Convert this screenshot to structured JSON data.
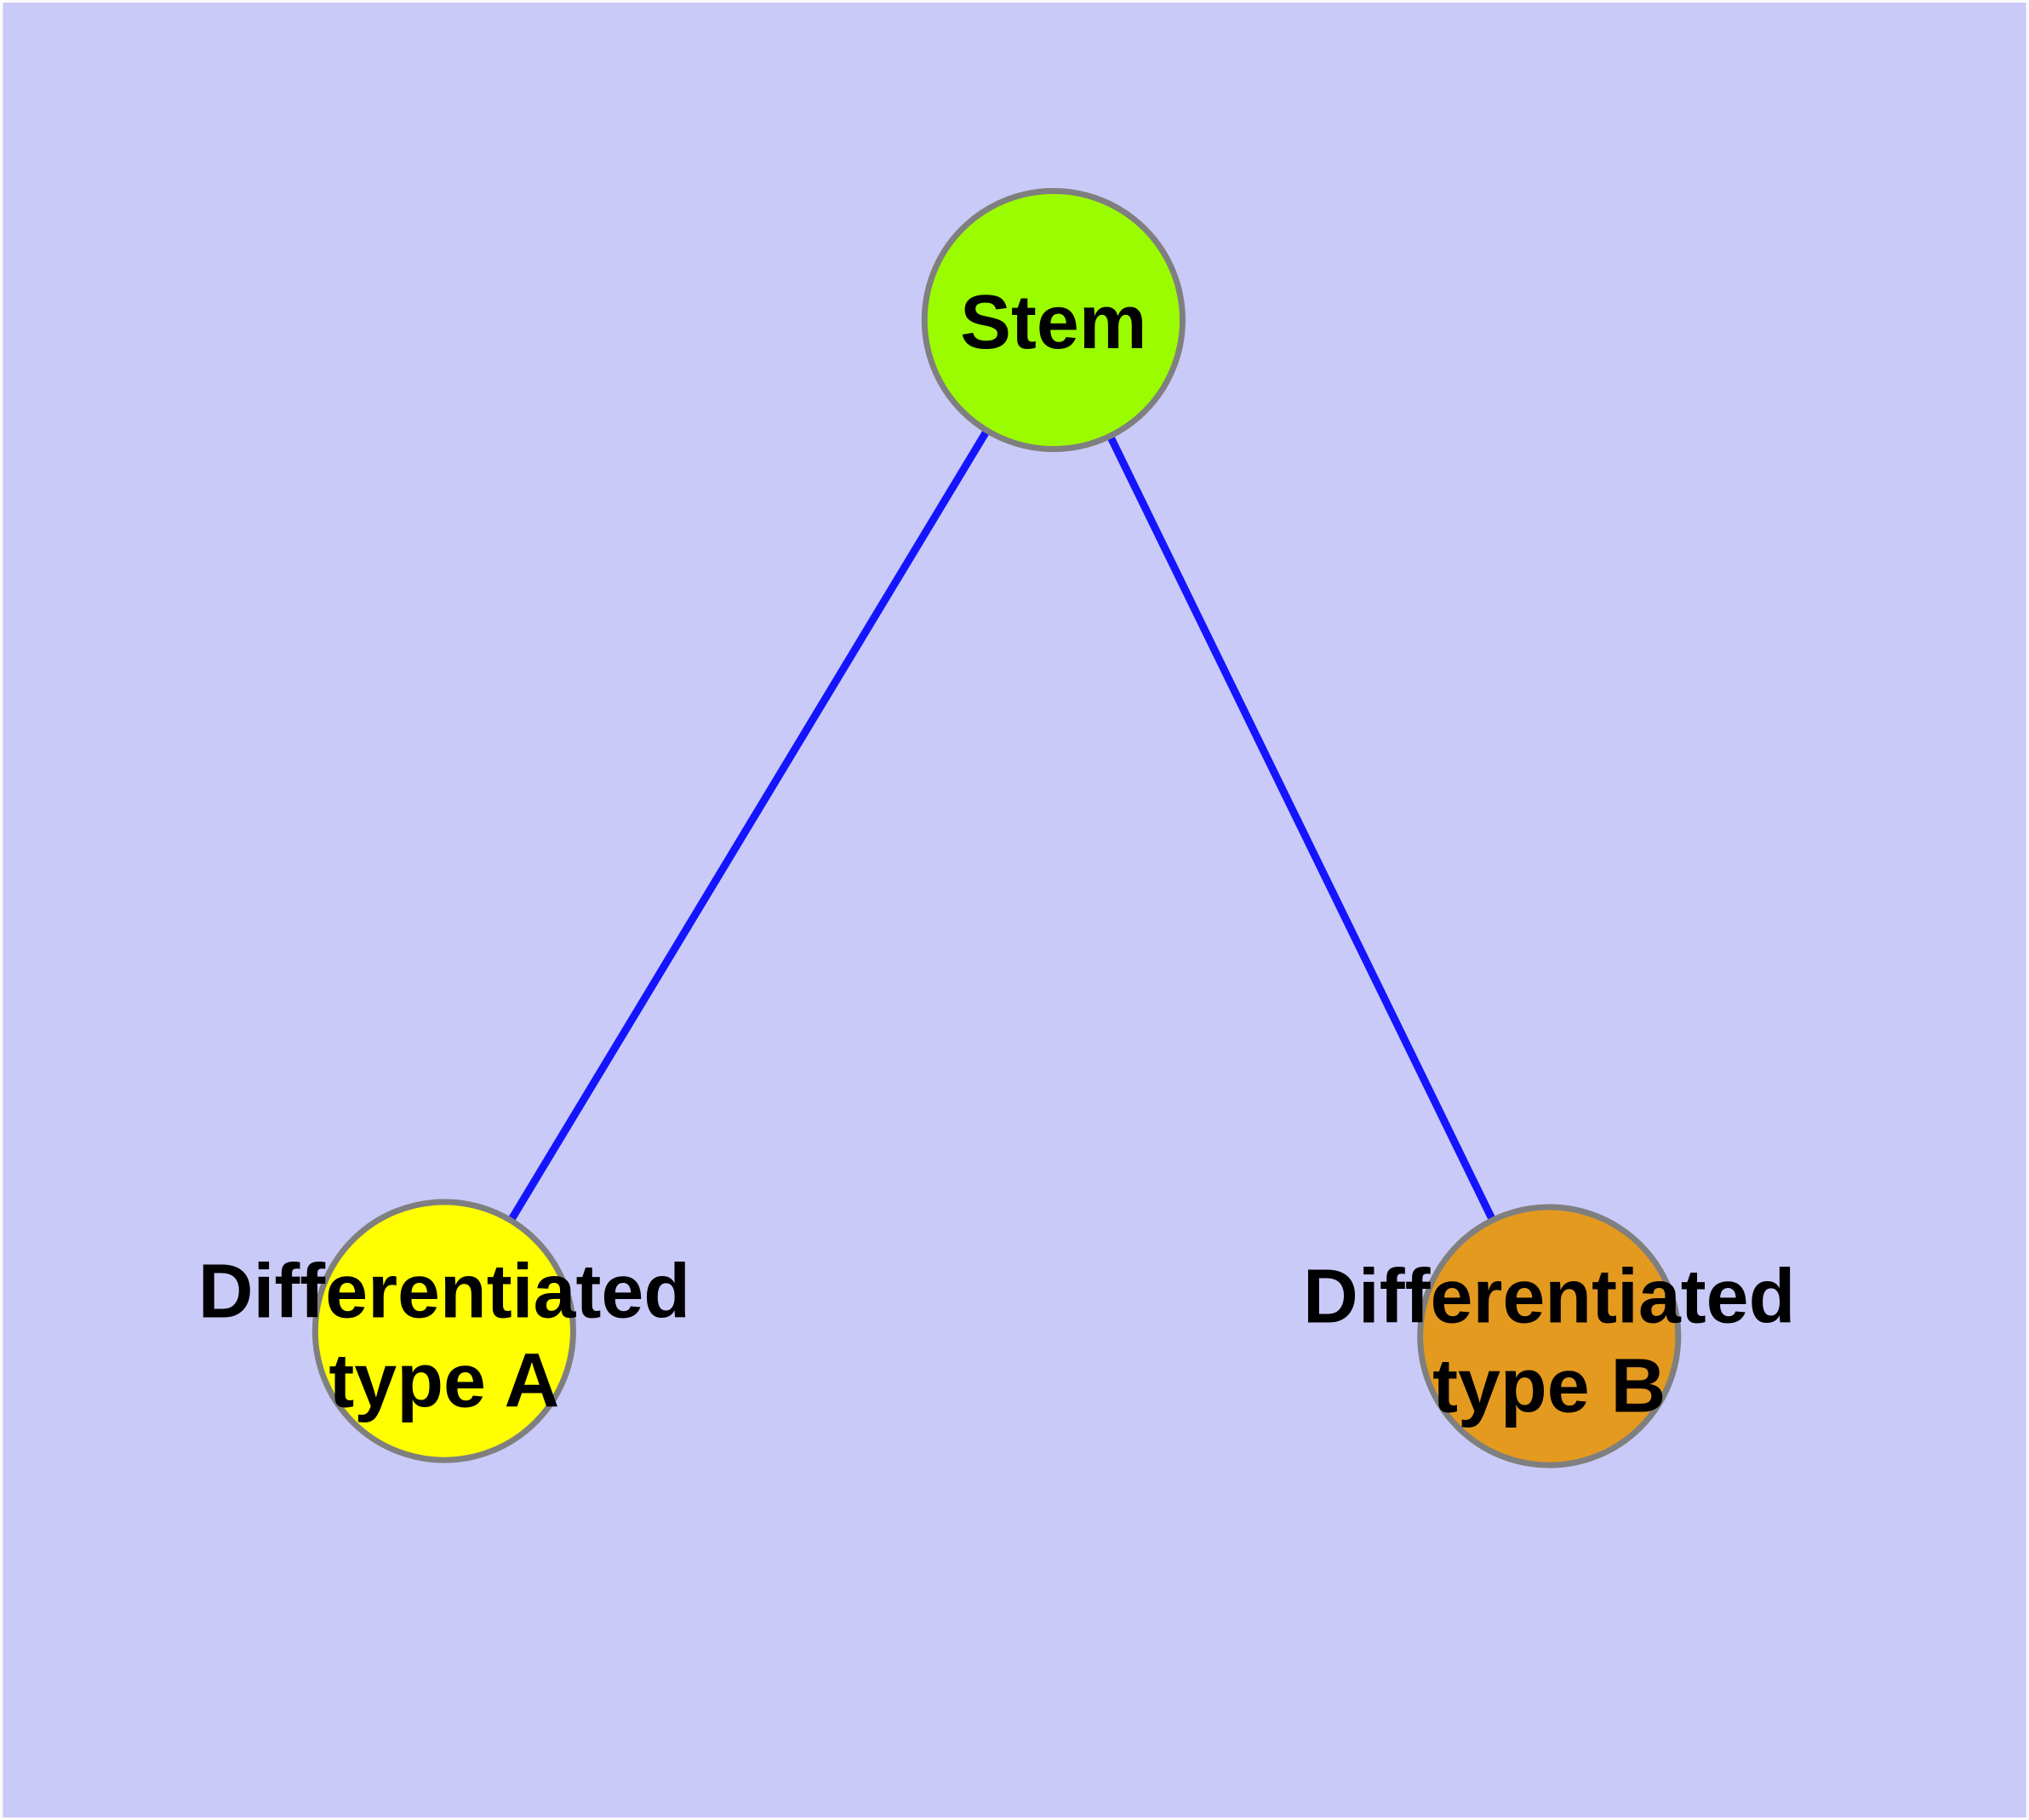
{
  "diagram": {
    "title": "",
    "background_color": "#CACAF8",
    "edge_color": "#1414FF",
    "node_border_color": "#7F7F7F",
    "label_color": "#000000",
    "nodes": [
      {
        "id": "stem",
        "label": "Stem",
        "fill": "#9BFC00",
        "shape": "circle"
      },
      {
        "id": "differentiated-type-a",
        "label": "Differentiated type A",
        "label_line1": "Differentiated",
        "label_line2": "type A",
        "fill": "#FFFF00",
        "shape": "circle"
      },
      {
        "id": "differentiated-type-b",
        "label": "Differentiated type B",
        "label_line1": "Differentiated",
        "label_line2": "type B",
        "fill": "#E49A1F",
        "shape": "circle"
      }
    ],
    "edges": [
      {
        "from": "Stem",
        "to": "Differentiated type A"
      },
      {
        "from": "Stem",
        "to": "Differentiated type B"
      }
    ]
  }
}
